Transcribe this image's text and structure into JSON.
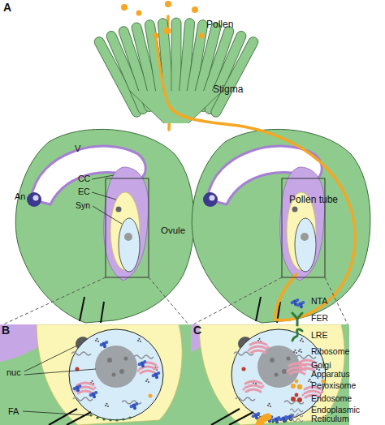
{
  "diagram": {
    "labels": [
      "A",
      "Pollen",
      "Stigma",
      "V",
      "An",
      "CC",
      "EC",
      "Syn",
      "Ovule",
      "Pollen tube",
      "B",
      "nuc",
      "FA",
      "C"
    ],
    "legend": [
      {
        "text": "NTA"
      },
      {
        "text": "FER"
      },
      {
        "text": "LRE"
      },
      {
        "text": "Ribosome"
      },
      {
        "text": "Golgi Apparatus"
      },
      {
        "text": "Peroxisome"
      },
      {
        "text": "Endosome"
      },
      {
        "text": "Endoplasmic Reticulum"
      }
    ]
  }
}
